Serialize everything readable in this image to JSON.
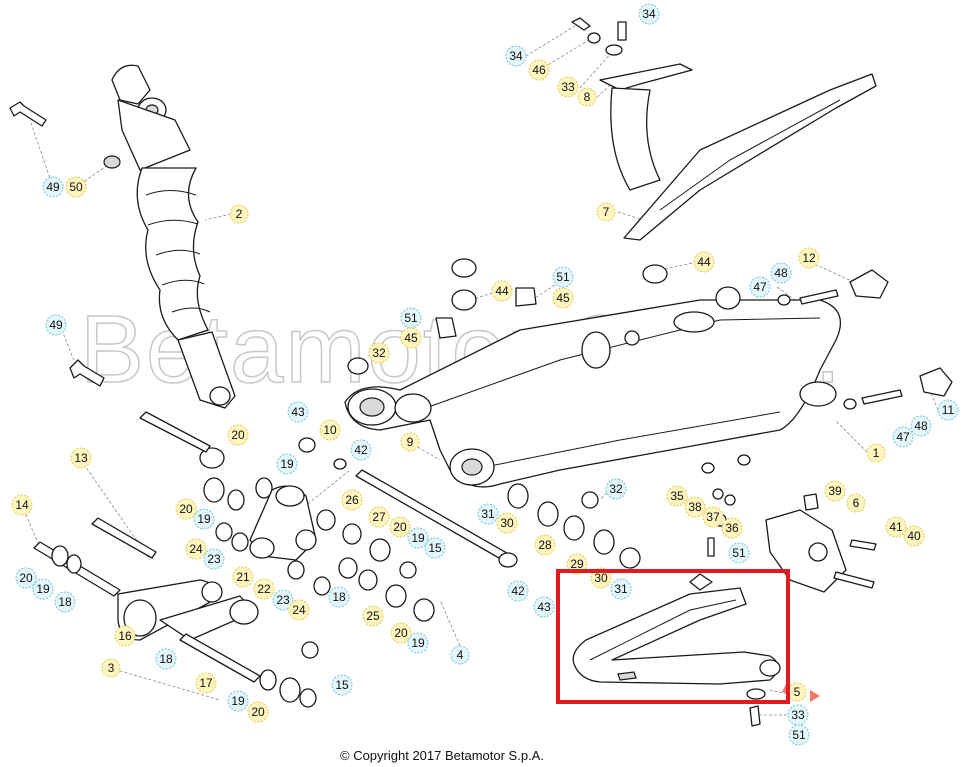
{
  "watermark": "Betamotor S.p.A.",
  "copyright": "© Copyright 2017 Betamotor S.p.A.",
  "colors": {
    "callout_yellow": "#fff5bf",
    "callout_yellow_border": "#e8c84a",
    "callout_blue": "#e2f6fb",
    "callout_blue_border": "#6cc6df",
    "highlight_red": "#e01b24"
  },
  "callouts": [
    {
      "label": "34",
      "style": "blue"
    },
    {
      "label": "34",
      "style": "blue"
    },
    {
      "label": "46",
      "style": "yellow"
    },
    {
      "label": "33",
      "style": "yellow"
    },
    {
      "label": "8",
      "style": "yellow"
    },
    {
      "label": "7",
      "style": "yellow"
    },
    {
      "label": "2",
      "style": "yellow"
    },
    {
      "label": "49",
      "style": "blue"
    },
    {
      "label": "50",
      "style": "yellow"
    },
    {
      "label": "49",
      "style": "blue"
    },
    {
      "label": "51",
      "style": "blue"
    },
    {
      "label": "45",
      "style": "yellow"
    },
    {
      "label": "44",
      "style": "yellow"
    },
    {
      "label": "44",
      "style": "yellow"
    },
    {
      "label": "51",
      "style": "blue"
    },
    {
      "label": "45",
      "style": "yellow"
    },
    {
      "label": "32",
      "style": "yellow"
    },
    {
      "label": "48",
      "style": "blue"
    },
    {
      "label": "12",
      "style": "yellow"
    },
    {
      "label": "47",
      "style": "blue"
    },
    {
      "label": "11",
      "style": "blue"
    },
    {
      "label": "48",
      "style": "blue"
    },
    {
      "label": "47",
      "style": "blue"
    },
    {
      "label": "1",
      "style": "yellow"
    },
    {
      "label": "43",
      "style": "blue"
    },
    {
      "label": "10",
      "style": "yellow"
    },
    {
      "label": "42",
      "style": "blue"
    },
    {
      "label": "9",
      "style": "yellow"
    },
    {
      "label": "20",
      "style": "yellow"
    },
    {
      "label": "13",
      "style": "yellow"
    },
    {
      "label": "19",
      "style": "blue"
    },
    {
      "label": "32",
      "style": "blue"
    },
    {
      "label": "35",
      "style": "yellow"
    },
    {
      "label": "39",
      "style": "yellow"
    },
    {
      "label": "6",
      "style": "yellow"
    },
    {
      "label": "38",
      "style": "yellow"
    },
    {
      "label": "37",
      "style": "yellow"
    },
    {
      "label": "36",
      "style": "yellow"
    },
    {
      "label": "41",
      "style": "yellow"
    },
    {
      "label": "40",
      "style": "yellow"
    },
    {
      "label": "14",
      "style": "yellow"
    },
    {
      "label": "20",
      "style": "yellow"
    },
    {
      "label": "19",
      "style": "blue"
    },
    {
      "label": "26",
      "style": "yellow"
    },
    {
      "label": "27",
      "style": "yellow"
    },
    {
      "label": "31",
      "style": "blue"
    },
    {
      "label": "30",
      "style": "yellow"
    },
    {
      "label": "20",
      "style": "yellow"
    },
    {
      "label": "19",
      "style": "blue"
    },
    {
      "label": "15",
      "style": "blue"
    },
    {
      "label": "28",
      "style": "yellow"
    },
    {
      "label": "24",
      "style": "yellow"
    },
    {
      "label": "23",
      "style": "blue"
    },
    {
      "label": "51",
      "style": "blue"
    },
    {
      "label": "20",
      "style": "blue"
    },
    {
      "label": "19",
      "style": "blue"
    },
    {
      "label": "18",
      "style": "blue"
    },
    {
      "label": "21",
      "style": "yellow"
    },
    {
      "label": "22",
      "style": "yellow"
    },
    {
      "label": "18",
      "style": "blue"
    },
    {
      "label": "29",
      "style": "yellow"
    },
    {
      "label": "30",
      "style": "yellow"
    },
    {
      "label": "31",
      "style": "blue"
    },
    {
      "label": "42",
      "style": "blue"
    },
    {
      "label": "23",
      "style": "blue"
    },
    {
      "label": "24",
      "style": "yellow"
    },
    {
      "label": "43",
      "style": "blue"
    },
    {
      "label": "16",
      "style": "yellow"
    },
    {
      "label": "25",
      "style": "yellow"
    },
    {
      "label": "20",
      "style": "yellow"
    },
    {
      "label": "19",
      "style": "blue"
    },
    {
      "label": "18",
      "style": "blue"
    },
    {
      "label": "4",
      "style": "blue"
    },
    {
      "label": "3",
      "style": "yellow"
    },
    {
      "label": "15",
      "style": "blue"
    },
    {
      "label": "17",
      "style": "yellow"
    },
    {
      "label": "19",
      "style": "blue"
    },
    {
      "label": "20",
      "style": "yellow"
    },
    {
      "label": "5",
      "style": "yellow"
    },
    {
      "label": "33",
      "style": "blue"
    },
    {
      "label": "51",
      "style": "blue"
    }
  ]
}
